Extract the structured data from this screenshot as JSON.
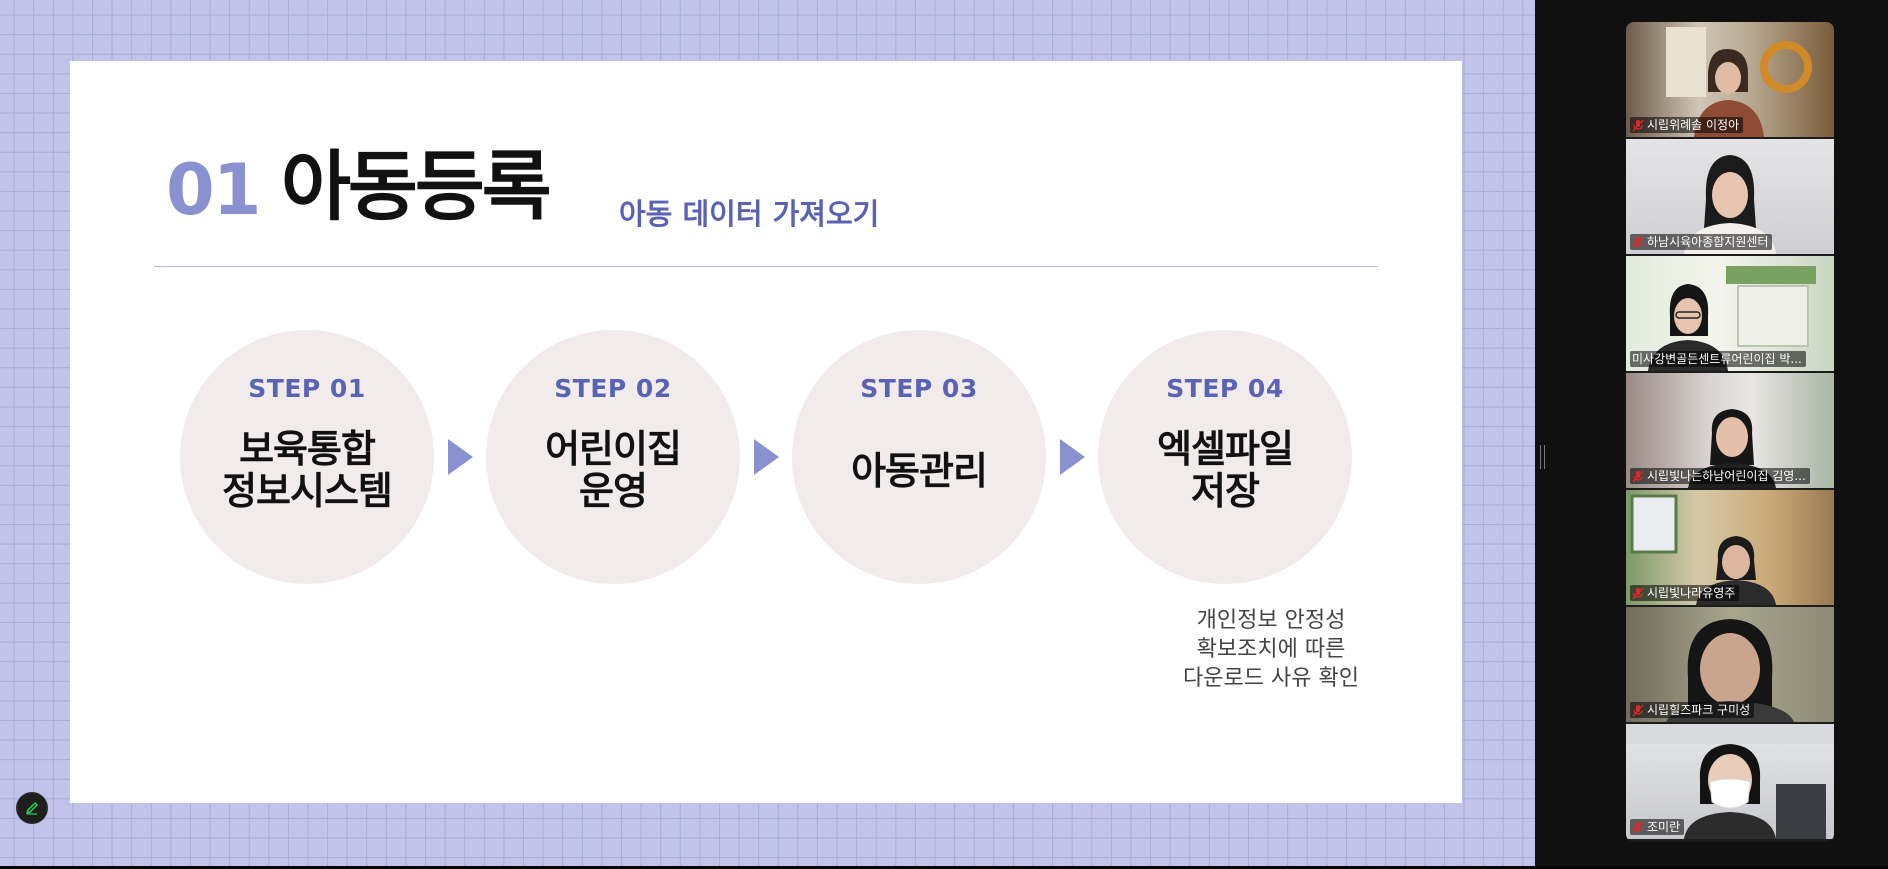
{
  "slide": {
    "title_number": "01",
    "title": "아동등록",
    "subtitle": "아동 데이터 가져오기",
    "steps": [
      {
        "label": "STEP 01",
        "line1": "보육통합",
        "line2": "정보시스템"
      },
      {
        "label": "STEP 02",
        "line1": "어린이집",
        "line2": "운영"
      },
      {
        "label": "STEP 03",
        "line1": "아동관리",
        "line2": ""
      },
      {
        "label": "STEP 04",
        "line1": "엑셀파일",
        "line2": "저장"
      }
    ],
    "note": [
      "개인정보 안정성",
      "확보조치에 따른",
      "다운로드 사유 확인"
    ],
    "colors": {
      "accent": "#5a62b4",
      "accent_light": "#8a91d0",
      "circle": "#f2ebeb",
      "grid_bg": "#c3c4e9"
    }
  },
  "toolbar": {
    "annotate_icon": "pen-icon"
  },
  "participants": [
    {
      "name": "시립위례솔 이정아",
      "muted": true,
      "active": false
    },
    {
      "name": "하남시육아종합지원센터",
      "muted": true,
      "active": false
    },
    {
      "name": "미사강변골든센트류어린이집 박...",
      "muted": false,
      "active": true
    },
    {
      "name": "시립빛나는하남어린이집 김영...",
      "muted": true,
      "active": false
    },
    {
      "name": "시립빛나라유영주",
      "muted": true,
      "active": false
    },
    {
      "name": "시립힐즈파크 구미성",
      "muted": true,
      "active": false
    },
    {
      "name": "조미란",
      "muted": true,
      "active": false
    }
  ],
  "status_colors": {
    "active_speaker": "#23d959",
    "muted": "#e02828"
  }
}
